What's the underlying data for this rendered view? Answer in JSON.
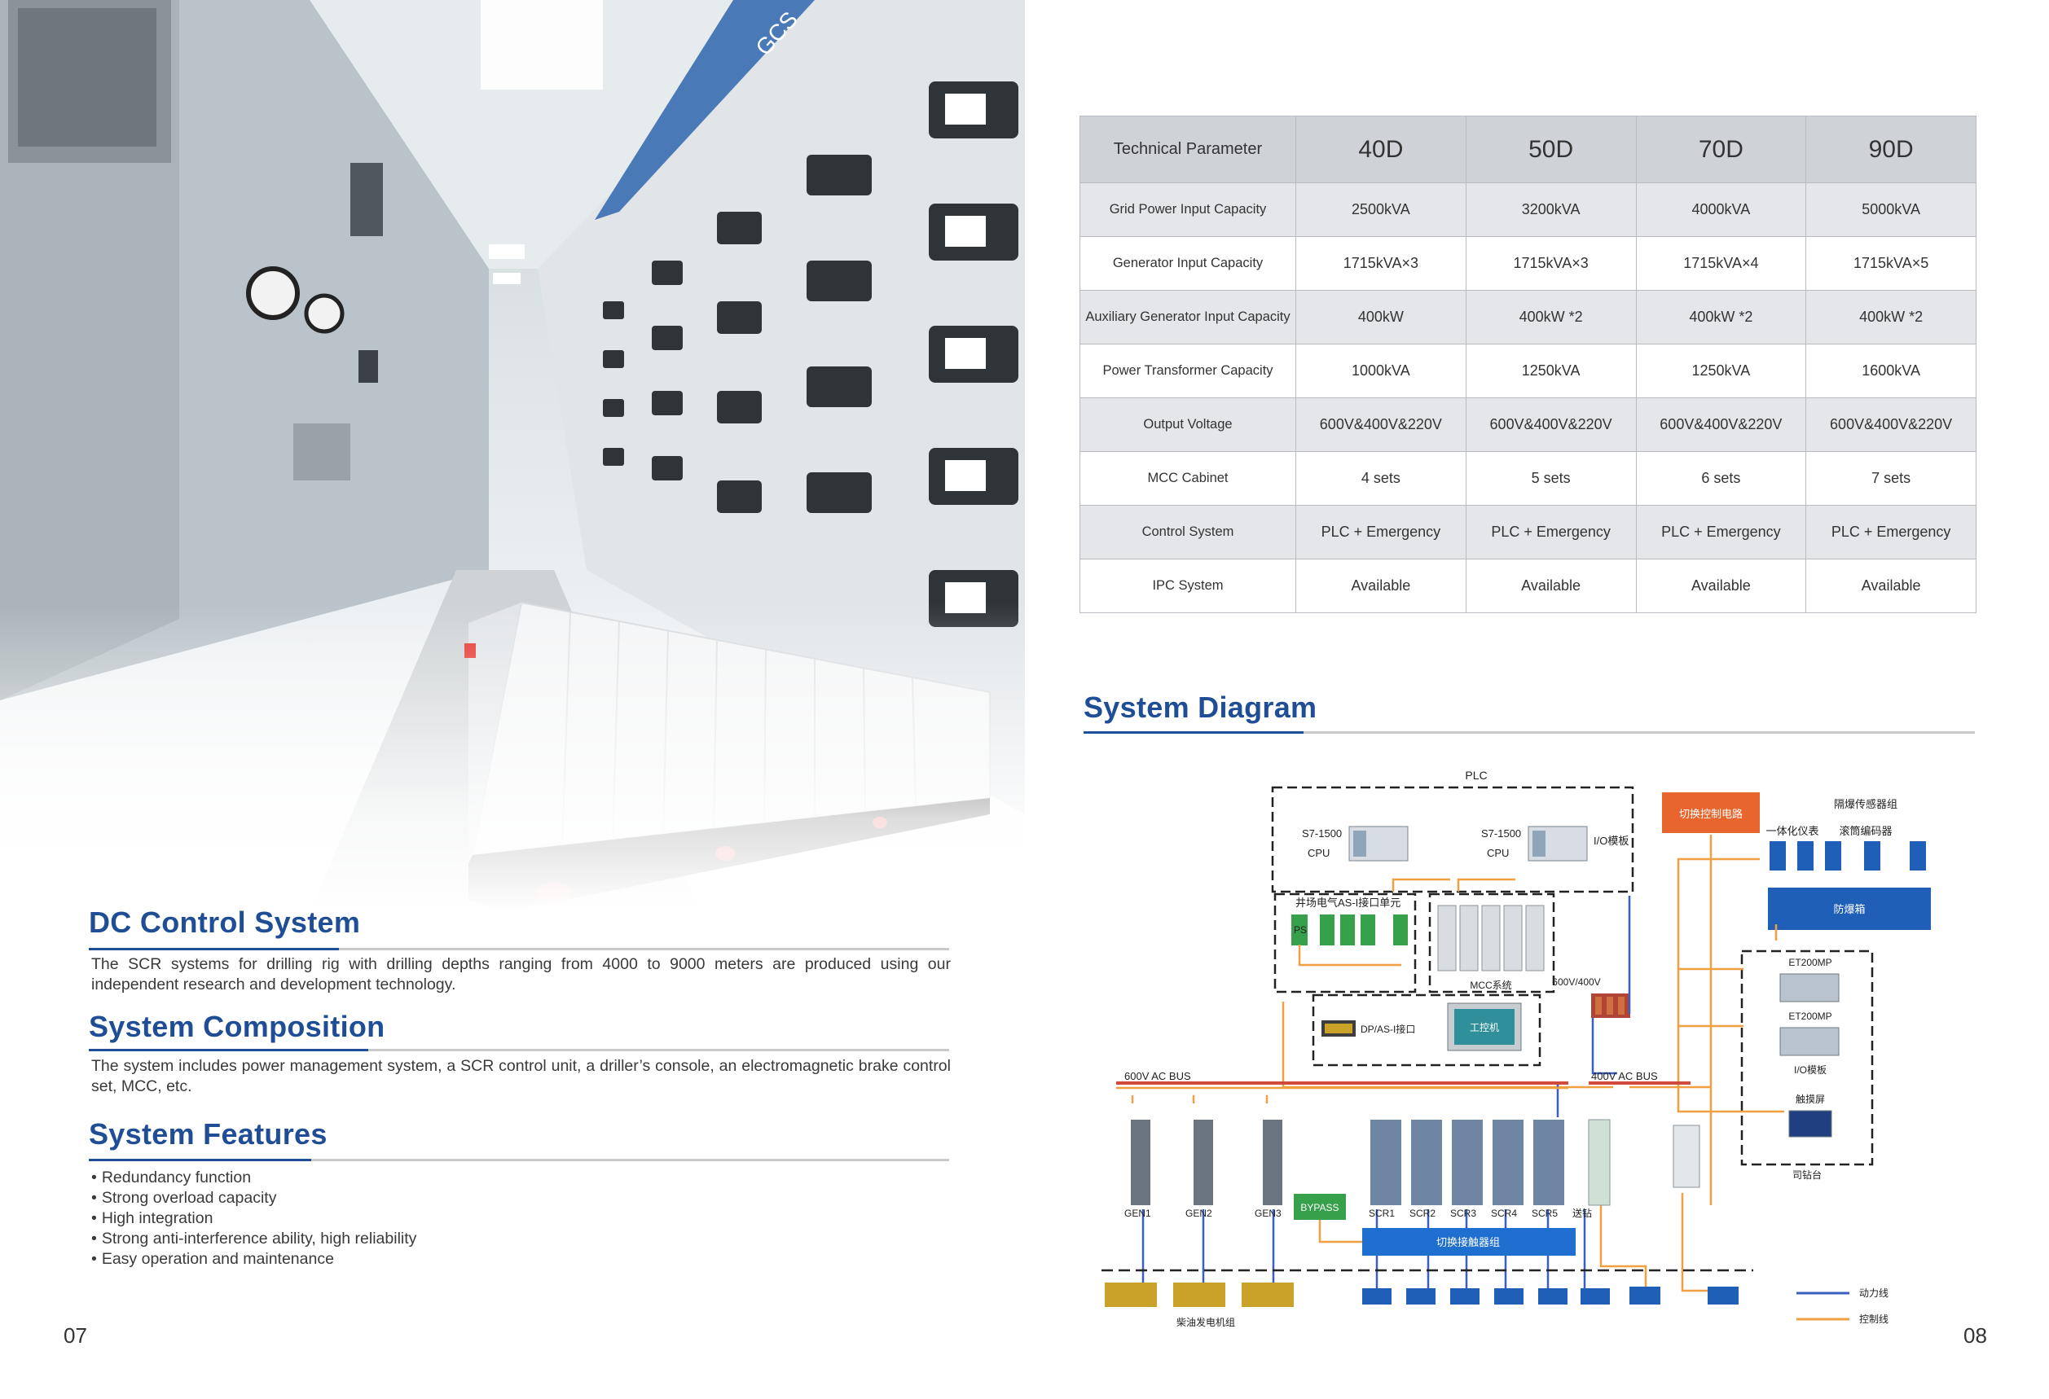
{
  "left_page": {
    "sections": [
      {
        "title": "DC Control System",
        "body": "The SCR systems for drilling rig with drilling depths ranging from 4000 to 9000 meters are produced using our independent research and development technology."
      },
      {
        "title": "System Composition",
        "body": "The system includes power management system, a SCR control unit, a driller’s console, an electromagnetic brake control set, MCC, etc."
      },
      {
        "title": "System Features",
        "items": [
          "Redundancy function",
          "Strong overload capacity",
          "High integration",
          "Strong anti-interference ability, high reliability",
          "Easy operation and maintenance"
        ]
      }
    ],
    "photo_label": "GCS",
    "page_number": "07"
  },
  "right_page": {
    "table": {
      "header": [
        "Technical Parameter",
        "40D",
        "50D",
        "70D",
        "90D"
      ],
      "rows": [
        [
          "Grid Power Input Capacity",
          "2500kVA",
          "3200kVA",
          "4000kVA",
          "5000kVA"
        ],
        [
          "Generator Input Capacity",
          "1715kVA×3",
          "1715kVA×3",
          "1715kVA×4",
          "1715kVA×5"
        ],
        [
          "Auxiliary Generator Input Capacity",
          "400kW",
          "400kW *2",
          "400kW *2",
          "400kW *2"
        ],
        [
          "Power Transformer Capacity",
          "1000kVA",
          "1250kVA",
          "1250kVA",
          "1600kVA"
        ],
        [
          "Output Voltage",
          "600V&400V&220V",
          "600V&400V&220V",
          "600V&400V&220V",
          "600V&400V&220V"
        ],
        [
          "MCC Cabinet",
          "4 sets",
          "5 sets",
          "6 sets",
          "7 sets"
        ],
        [
          "Control System",
          "PLC + Emergency",
          "PLC + Emergency",
          "PLC + Emergency",
          "PLC + Emergency"
        ],
        [
          "IPC System",
          "Available",
          "Available",
          "Available",
          "Available"
        ]
      ]
    },
    "diagram_title": "System Diagram",
    "diagram": {
      "plc": "PLC",
      "cpu_model": "S7-1500",
      "cpu": "CPU",
      "io_module": "I/O模板",
      "switch_control": "切换控制电路",
      "sensor_group": "隔爆传感器组",
      "instrument": "一体化仪表",
      "encoder": "滚筒编码器",
      "explosion_box": "防爆箱",
      "as_unit": "井场电气AS-I接口单元",
      "ps": "PS",
      "mcc": "MCC系统",
      "dp_as": "DP/AS-I接口",
      "ipc": "工控机",
      "v600_400": "600V/400V",
      "et200mp": "ET200MP",
      "io_board": "I/O模板",
      "touch_screen": "触摸屏",
      "driller_console": "司钻台",
      "bus600": "600V AC BUS",
      "bus400": "400V AC BUS",
      "gens": [
        "GEN1",
        "GEN2",
        "GEN3"
      ],
      "bypass": "BYPASS",
      "scrs": [
        "SCR1",
        "SCR2",
        "SCR3",
        "SCR4",
        "SCR5"
      ],
      "feed": "送钻",
      "contactor_group": "切换接触器组",
      "diesel_gen": "柴油发电机组",
      "legend_power": "动力线",
      "legend_control": "控制线",
      "colors": {
        "power_line": "#3b5fc0",
        "control_line": "#f0a040",
        "bus_line": "#d24a3c",
        "accent_box": "#1f5fb8"
      }
    },
    "page_number": "08"
  }
}
